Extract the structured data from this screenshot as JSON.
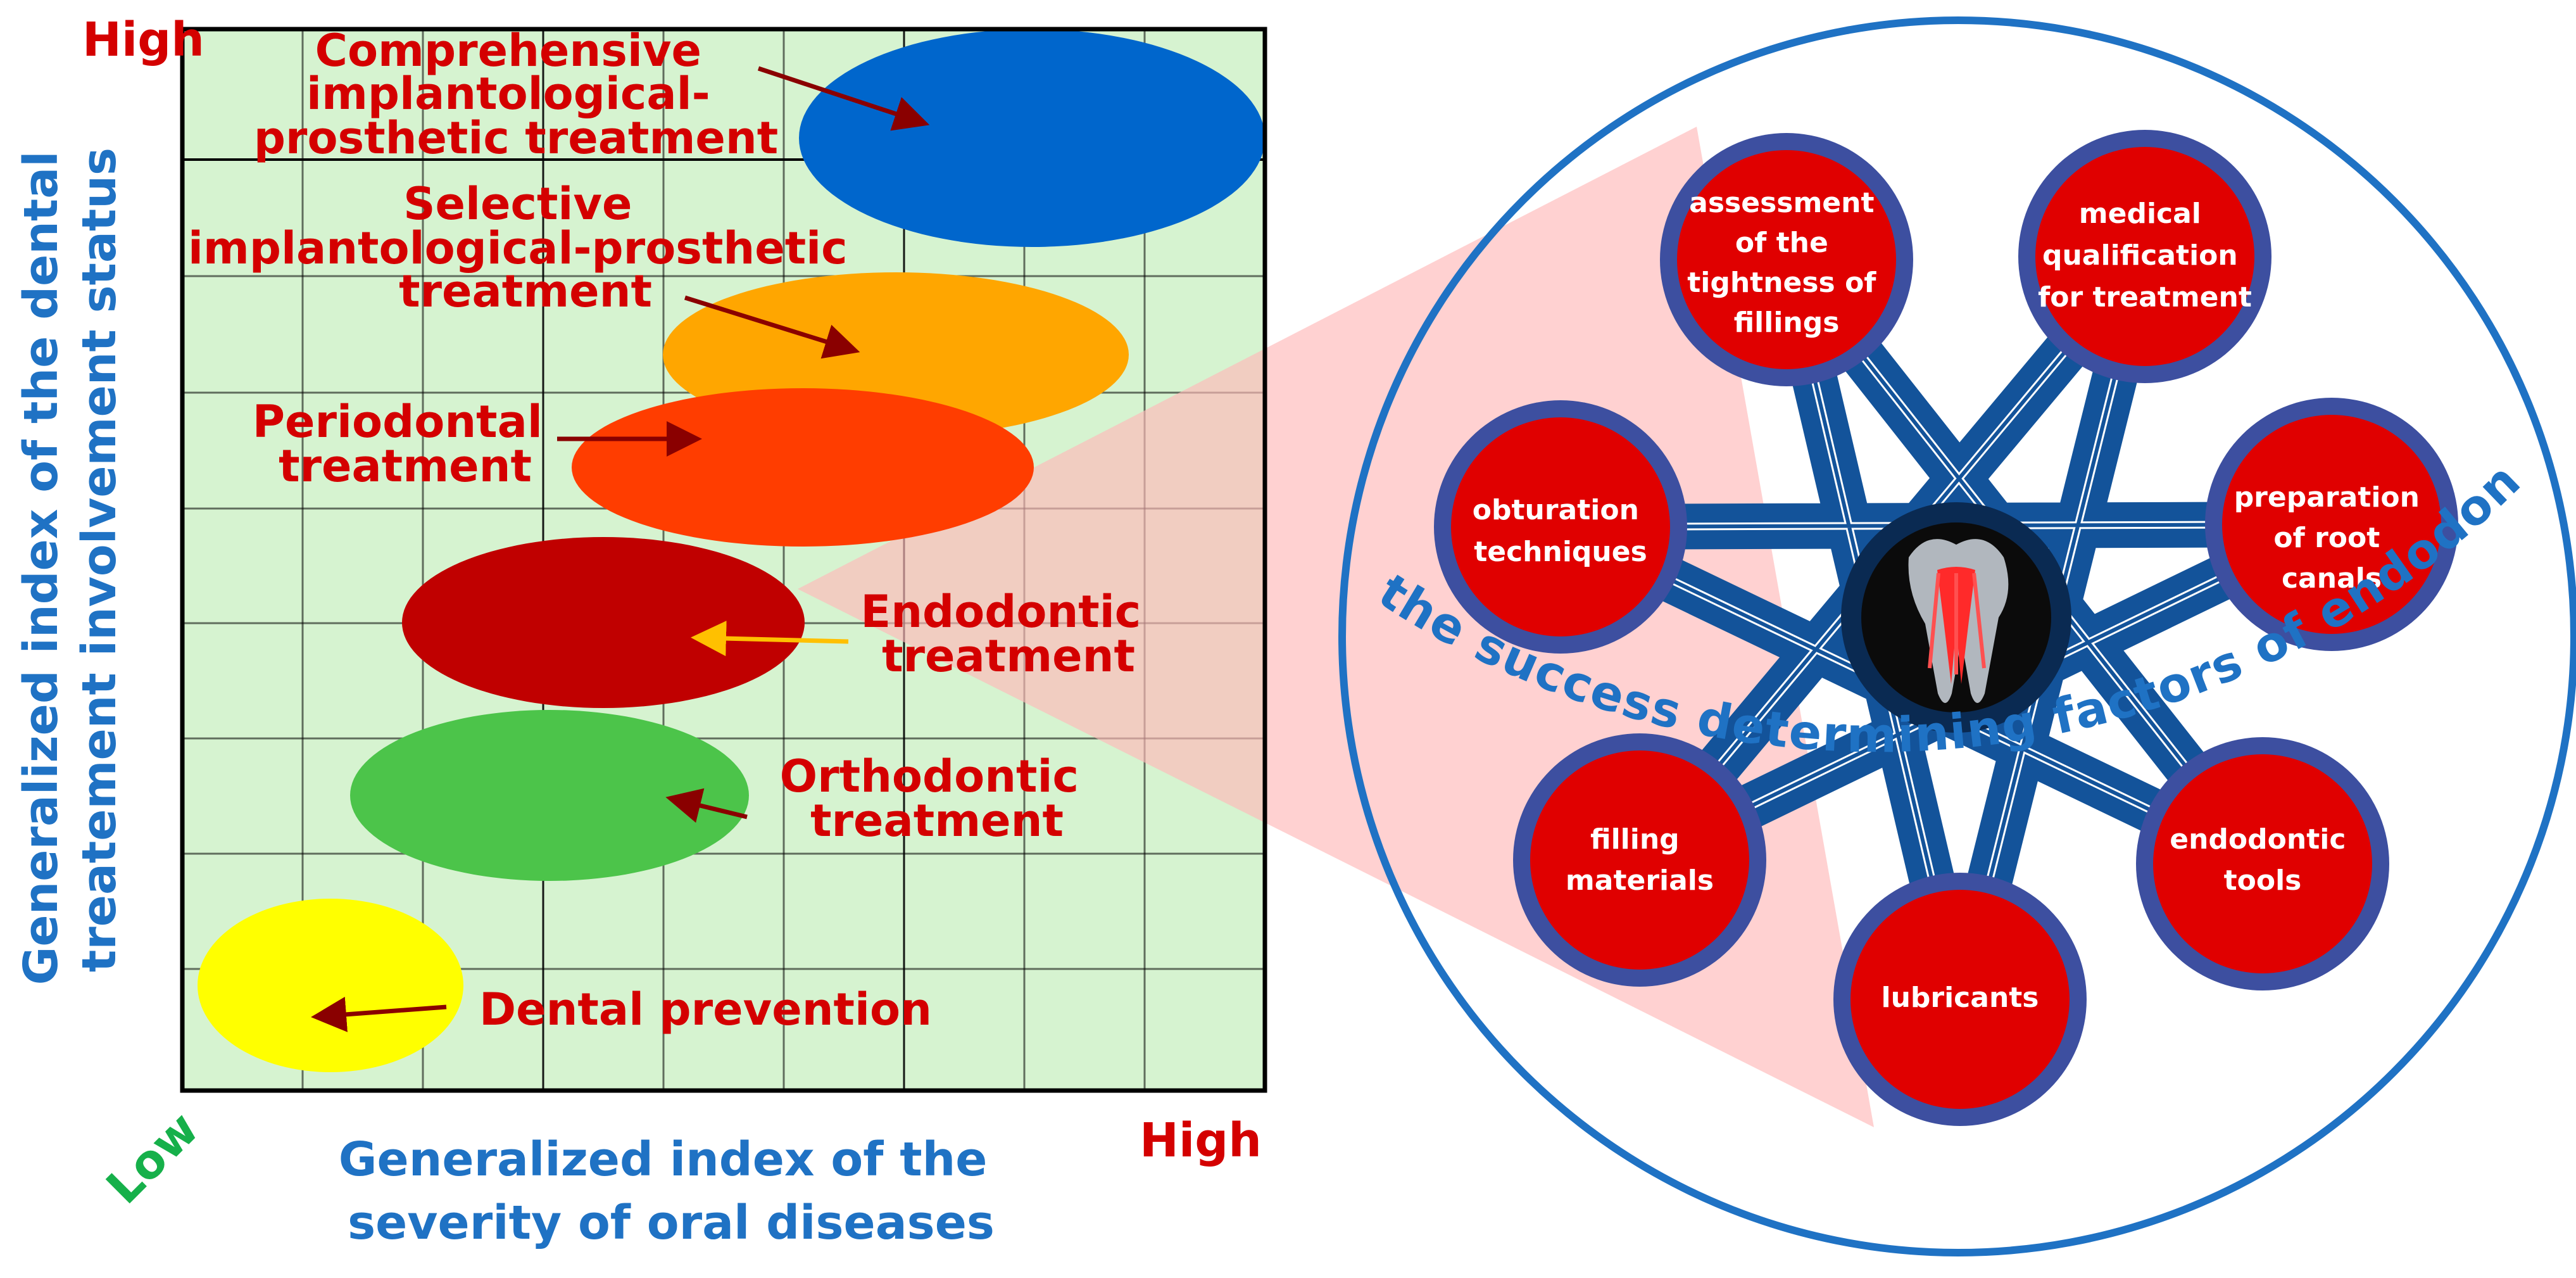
{
  "axes": {
    "y_label_line1": "Generalized index of the dental",
    "y_label_line2": "treatement involvement status",
    "x_label_line1": "Generalized index of the",
    "x_label_line2": "severity of oral diseases",
    "low_label": "Low",
    "high_y_label": "High",
    "high_x_label": "High"
  },
  "treatments": [
    {
      "id": "comprehensive",
      "lines": [
        "Comprehensive",
        "implantological-",
        "prosthetic treatment"
      ],
      "color": "#0066cc"
    },
    {
      "id": "selective",
      "lines": [
        "Selective",
        "implantological-prosthetic",
        "treatment"
      ],
      "color": "#ffa600"
    },
    {
      "id": "periodontal",
      "lines": [
        "Periodontal",
        "treatment"
      ],
      "color": "#ff3d00"
    },
    {
      "id": "endodontic",
      "lines": [
        "Endodontic",
        "treatment"
      ],
      "color": "#c00000"
    },
    {
      "id": "orthodontic",
      "lines": [
        "Orthodontic",
        "treatment"
      ],
      "color": "#4cc44a"
    },
    {
      "id": "prevention",
      "lines": [
        "Dental prevention"
      ],
      "color": "#ffff00"
    }
  ],
  "heptagram": {
    "title": "Heptagram of the success determining factors of endodontic treatment",
    "center_icon": "tooth-root-icon",
    "factors": [
      {
        "id": "tightness",
        "lines": [
          "assessment",
          "of the",
          "tightness of",
          "fillings"
        ]
      },
      {
        "id": "qualification",
        "lines": [
          "medical",
          "qualification",
          "for treatment"
        ]
      },
      {
        "id": "preparation",
        "lines": [
          "preparation",
          "of root",
          "canals"
        ]
      },
      {
        "id": "tools",
        "lines": [
          "endodontic",
          "tools"
        ]
      },
      {
        "id": "lubricants",
        "lines": [
          "lubricants"
        ]
      },
      {
        "id": "filling",
        "lines": [
          "filling",
          "materials"
        ]
      },
      {
        "id": "obturation",
        "lines": [
          "obturation",
          "techniques"
        ]
      }
    ]
  },
  "colors": {
    "accent_blue": "#1f72c4",
    "label_red": "#d40000",
    "node_red": "#e00000",
    "node_ring": "#3d4fa0",
    "grid_bg": "#d6f3d0",
    "low_green": "#16b04a"
  }
}
